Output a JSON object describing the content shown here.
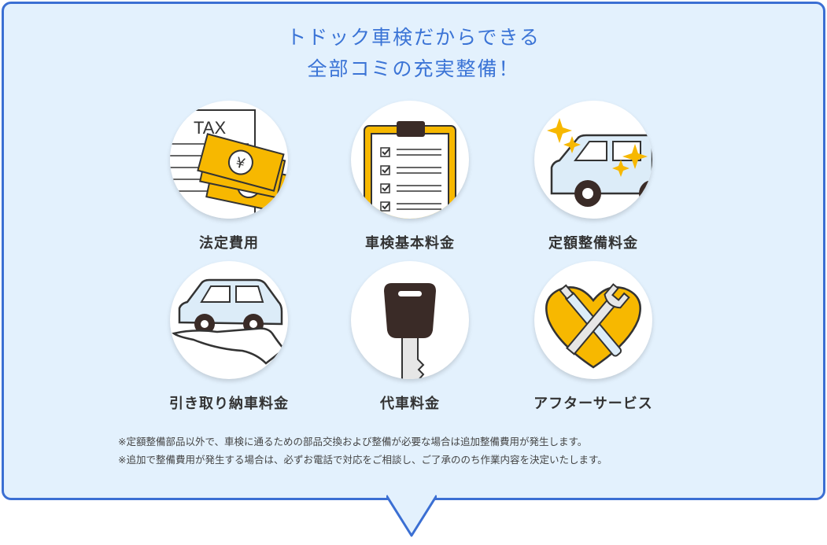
{
  "title": {
    "line1": "トドック車検だからできる",
    "line2": "全部コミの充実整備！"
  },
  "items": [
    {
      "label": "法定費用",
      "icon": "tax-money-icon"
    },
    {
      "label": "車検基本料金",
      "icon": "clipboard-checklist-icon"
    },
    {
      "label": "定額整備料金",
      "icon": "sparkling-car-icon"
    },
    {
      "label": "引き取り納車料金",
      "icon": "car-on-hand-icon"
    },
    {
      "label": "代車料金",
      "icon": "car-key-icon"
    },
    {
      "label": "アフターサービス",
      "icon": "heart-tools-icon"
    }
  ],
  "tax_text": "TAX",
  "yen_symbol": "¥",
  "notes": [
    "※定額整備部品以外で、車検に通るための部品交換および整備が必要な場合は追加整備費用が発生します。",
    "※追加で整備費用が発生する場合は、必ずお電話で対応をご相談し、ご了承ののち作業内容を決定いたします。"
  ],
  "colors": {
    "accent": "#3b6fd3",
    "background": "#e3f1fd",
    "yellow": "#f7b800",
    "dark": "#3a2b27"
  }
}
